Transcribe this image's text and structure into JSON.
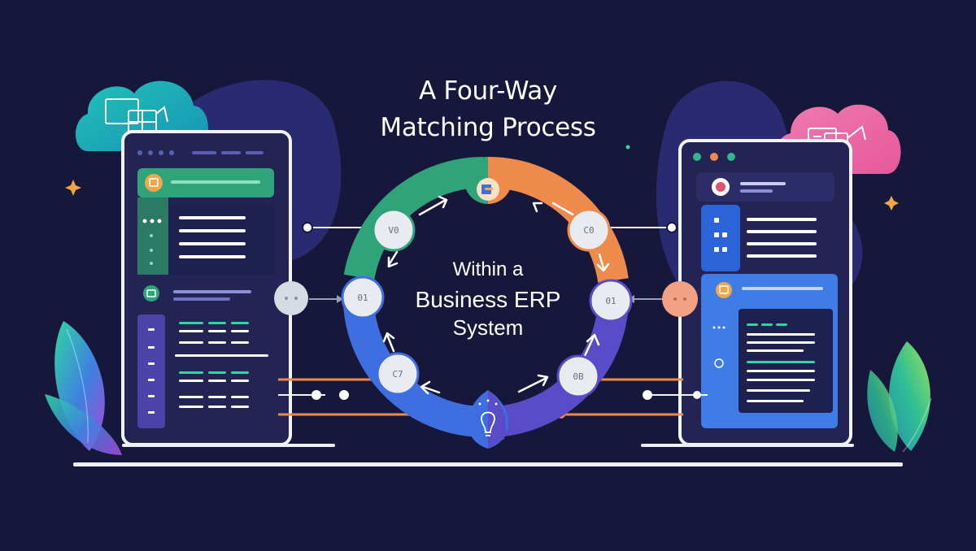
{
  "title": {
    "line1": "A Four-Way",
    "line2": "Matching Process"
  },
  "center_text": {
    "line1": "Within a",
    "line2": "Business ERP",
    "line3": "System"
  },
  "cycle_nodes": [
    {
      "label": "V0"
    },
    {
      "label": "C0"
    },
    {
      "label": "01"
    },
    {
      "label": "01"
    },
    {
      "label": "C7"
    },
    {
      "label": "0B"
    }
  ],
  "colors": {
    "background": "#16173a",
    "green": "#2fa37a",
    "orange": "#ee8a4c",
    "purple": "#5a4bc8",
    "blue": "#3f6ee0",
    "teal_cloud": "#1bb6b0",
    "pink_cloud": "#ee6fa6"
  }
}
